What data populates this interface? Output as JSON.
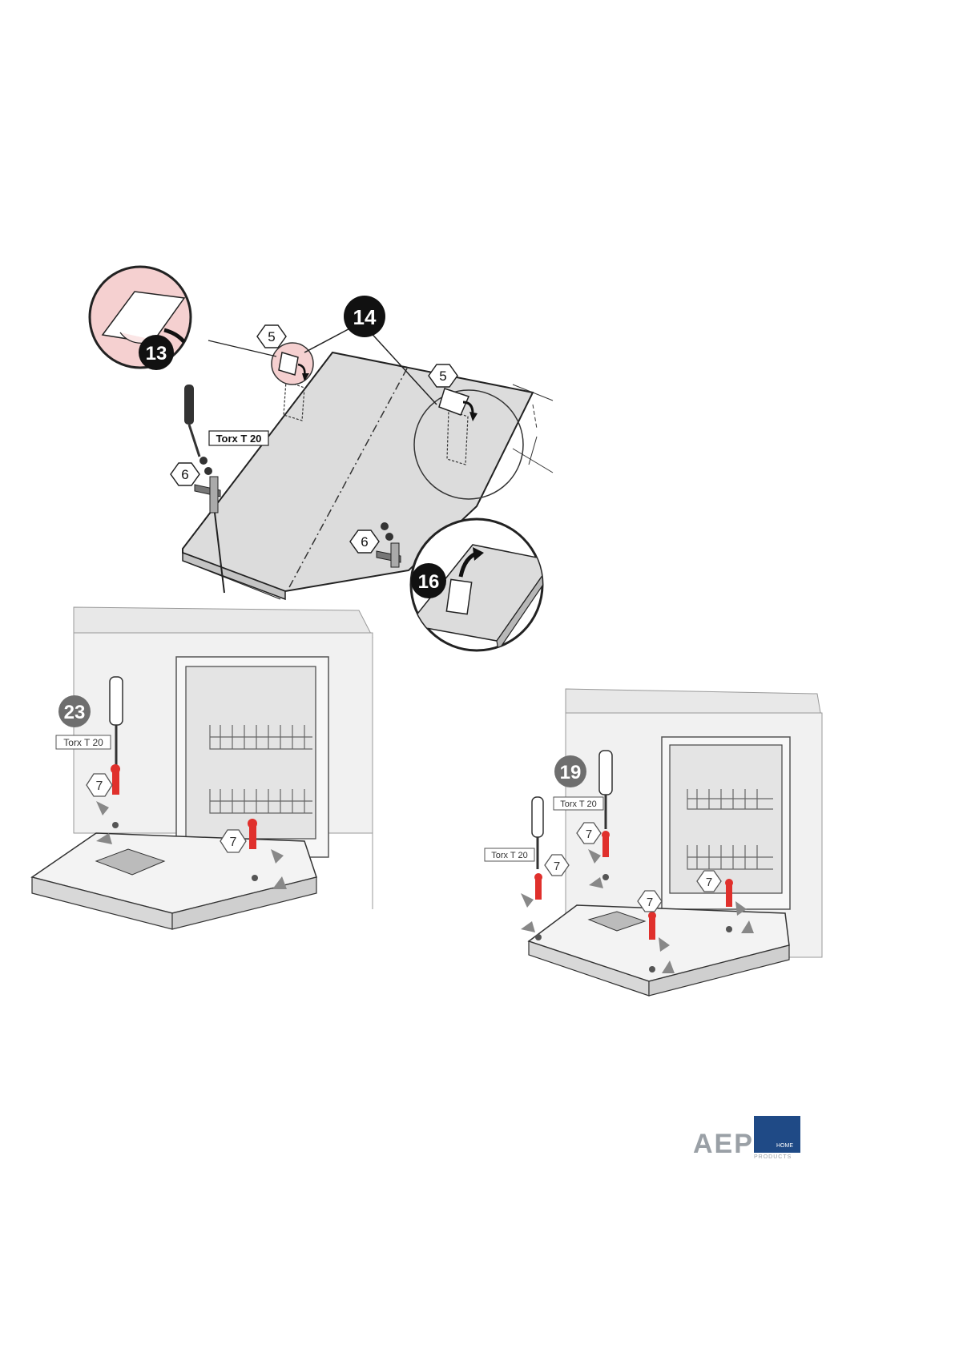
{
  "step_numbers": {
    "peel_tape": "13",
    "attach_pads": "14",
    "remove_tape": "16",
    "door_screws": "23",
    "side_screws": "19"
  },
  "part_numbers": {
    "pad": "5",
    "bracket_screw": "6",
    "screw": "7"
  },
  "tool_label": "Torx T 20",
  "brand": {
    "letters": "AEP",
    "line1": "HOME",
    "line2": "PRODUCTS",
    "color": "#1f4a86"
  },
  "colors": {
    "highlight": "#f5d0d0",
    "panel": "#dcdcdc",
    "screw": "#e0302c",
    "badge_dark": "#111111",
    "badge_grey": "#6e6e6e"
  }
}
